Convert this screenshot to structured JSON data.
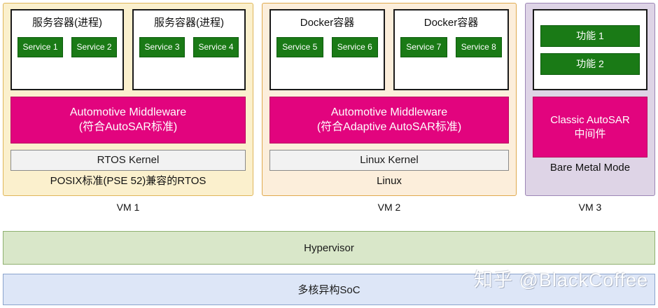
{
  "diagram": {
    "vms": [
      {
        "id": "vm1",
        "label": "VM 1",
        "os_caption": "POSIX标准(PSE 52)兼容的RTOS",
        "panel_color": "#fbf0cd",
        "panel_border": "#e0b65a",
        "containers": [
          {
            "title": "服务容器(进程)",
            "services": [
              "Service 1",
              "Service 2"
            ]
          },
          {
            "title": "服务容器(进程)",
            "services": [
              "Service 3",
              "Service 4"
            ]
          }
        ],
        "middleware": {
          "line1": "Automotive Middleware",
          "line2": "(符合AutoSAR标准)",
          "color": "#e2047e"
        },
        "kernel": "RTOS Kernel"
      },
      {
        "id": "vm2",
        "label": "VM 2",
        "os_caption": "Linux",
        "panel_color": "#fceedb",
        "panel_border": "#e0a94e",
        "containers": [
          {
            "title": "Docker容器",
            "services": [
              "Service 5",
              "Service 6"
            ]
          },
          {
            "title": "Docker容器",
            "services": [
              "Service 7",
              "Service 8"
            ]
          }
        ],
        "middleware": {
          "line1": "Automotive Middleware",
          "line2": "(符合Adaptive AutoSAR标准)",
          "color": "#e2047e"
        },
        "kernel": "Linux Kernel"
      },
      {
        "id": "vm3",
        "label": "VM 3",
        "os_caption": "Bare Metal Mode",
        "panel_color": "#ded4e6",
        "panel_border": "#9d86b5",
        "functions": [
          "功能 1",
          "功能 2"
        ],
        "middleware": {
          "line1": "Classic AutoSAR",
          "line2": "中间件",
          "color": "#e2047e"
        }
      }
    ],
    "layers": [
      {
        "id": "hypervisor",
        "label": "Hypervisor",
        "color": "#d9e7c9",
        "border": "#8fb070"
      },
      {
        "id": "soc",
        "label": "多核异构SoC",
        "color": "#dde6f7",
        "border": "#8aa3cc"
      }
    ],
    "watermark": "知乎 @BlackCoffee",
    "service_color": "#1a7a16"
  }
}
